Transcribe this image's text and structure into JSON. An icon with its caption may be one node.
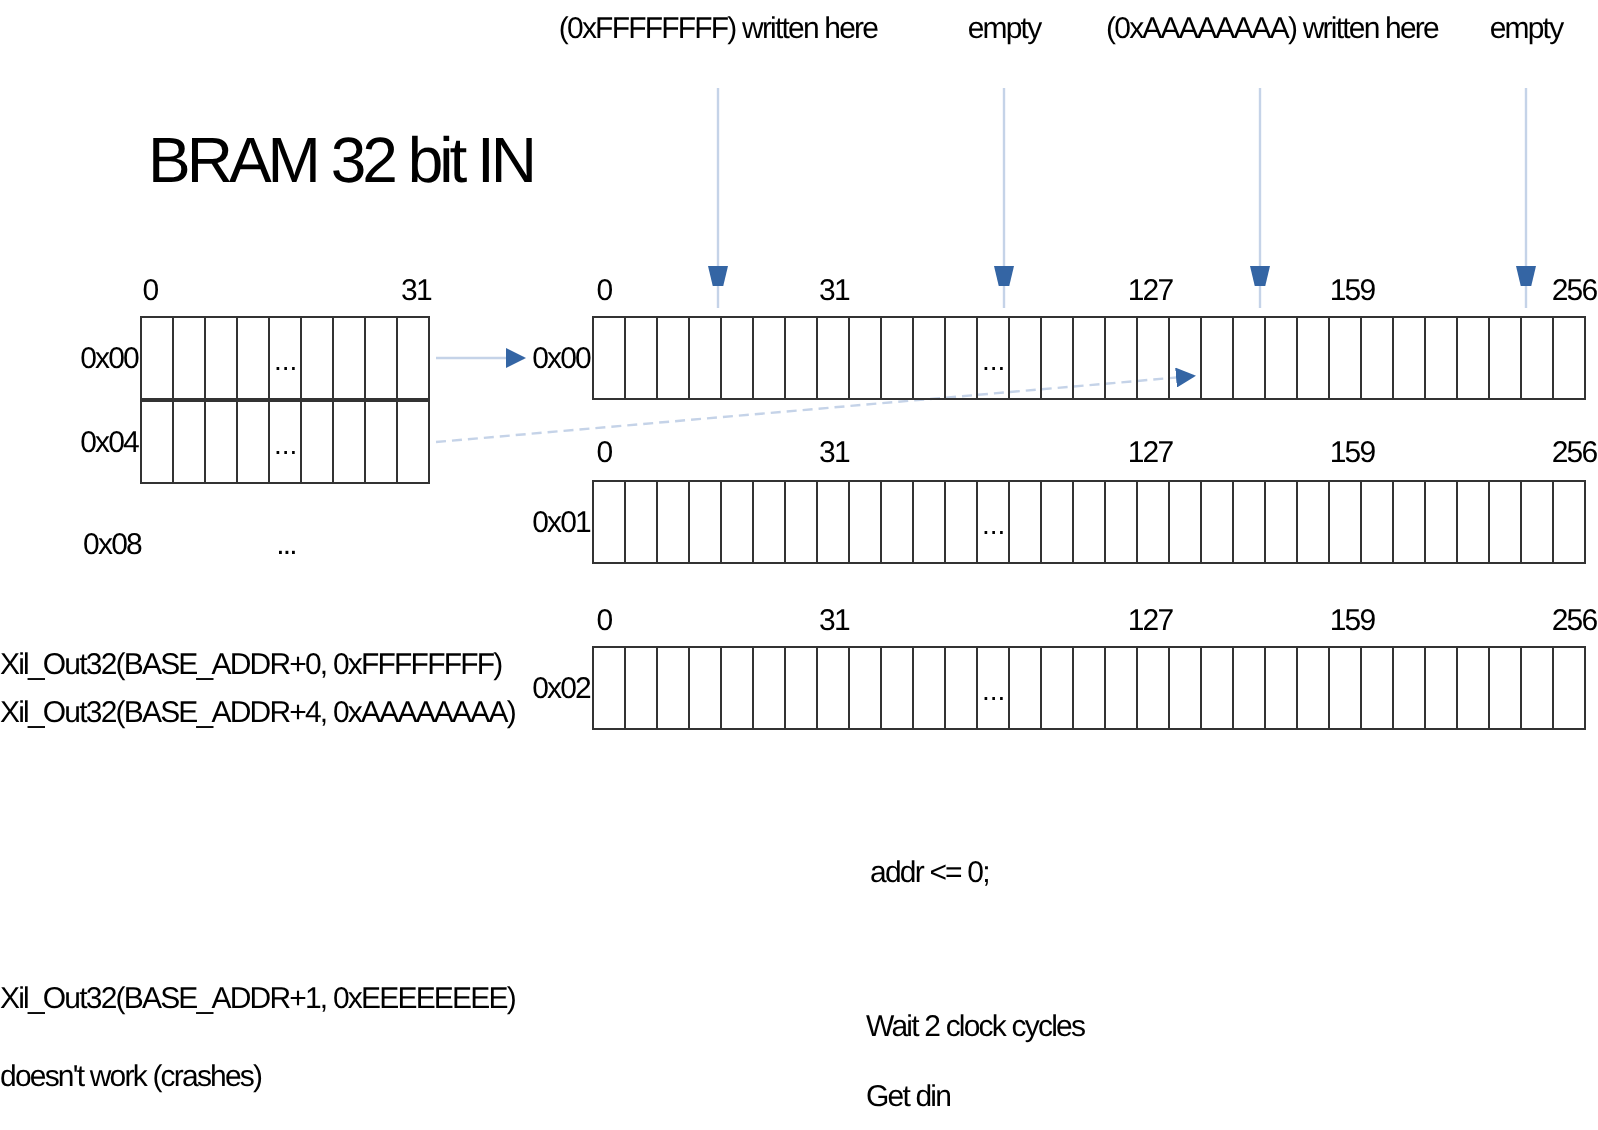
{
  "diagram": {
    "title": "BRAM 32 bit IN",
    "nodes": [
      {
        "text": [
          "..."
        ],
        "beside": [
          "0x00"
        ]
      },
      {
        "text": [
          "..."
        ],
        "beside": [
          "0x04"
        ]
      },
      {
        "text": [
          "..."
        ],
        "beside": [
          "0x00"
        ]
      },
      {
        "text": [
          "..."
        ],
        "beside": [
          "0x01"
        ]
      },
      {
        "text": [
          "..."
        ],
        "beside": [
          "0x02"
        ]
      },
      {
        "text": [
          "(0xFFFFFFFF) written here"
        ]
      },
      {
        "text": [
          "empty"
        ]
      },
      {
        "text": [
          "(0xAAAAAAAA) written here"
        ]
      },
      {
        "text": [
          "empty"
        ]
      }
    ],
    "edges": [
      {
        "from": 0,
        "to": 2,
        "arrow": "to"
      },
      {
        "from": 1,
        "to": 2,
        "arrow": "to",
        "style": "dashed"
      },
      {
        "from": 5,
        "to": 2,
        "arrow": "to"
      },
      {
        "from": 6,
        "to": 2,
        "arrow": "to"
      },
      {
        "from": 7,
        "to": 2,
        "arrow": "to"
      },
      {
        "from": 8,
        "to": 2,
        "arrow": "to"
      }
    ],
    "labels": [
      "0",
      "31",
      "0",
      "31",
      "127",
      "159",
      "256",
      "0",
      "31",
      "127",
      "159",
      "256",
      "0",
      "31",
      "127",
      "159",
      "256",
      "0x08",
      "...",
      "Xil_Out32(BASE_ADDR+0, 0xFFFFFFFF)",
      "Xil_Out32(BASE_ADDR+4, 0xAAAAAAAA)",
      "addr <= 0;",
      "Xil_Out32(BASE_ADDR+1, 0xEEEEEEEE)",
      "Wait 2 clock cycles",
      "doesn't work (crashes)",
      "Get din"
    ]
  }
}
